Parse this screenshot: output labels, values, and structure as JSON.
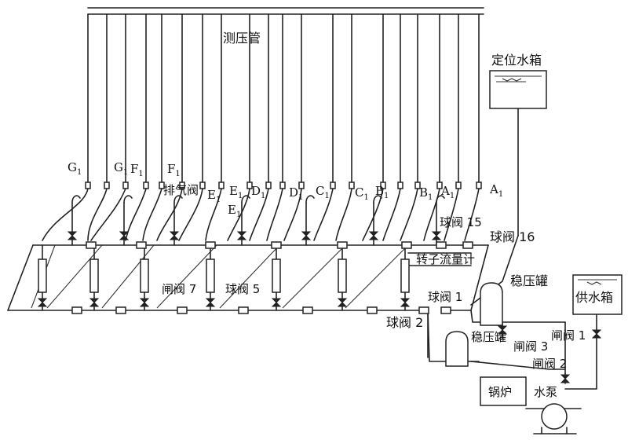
{
  "labels": {
    "piezometer_tubes": "测压管",
    "constant_head_tank": "定位水箱",
    "supply_tank": "供水箱",
    "surge_tank_upper": "稳压罐",
    "surge_tank_lower": "稳压罐",
    "boiler": "锅炉",
    "pump": "水泵",
    "air_vent_valve": "排气阀",
    "rotameter": "转子流量计",
    "gate_valve_7": "闸阀 7",
    "ball_valve_5": "球阀 5",
    "ball_valve_15": "球阀 15",
    "ball_valve_16": "球阀 16",
    "ball_valve_1": "球阀 1",
    "ball_valve_2": "球阀 2",
    "gate_valve_1": "闸阀 1",
    "gate_valve_2": "闸阀 2",
    "gate_valve_3": "闸阀 3"
  },
  "tap_letters": {
    "g1a": "G",
    "g1b": "G",
    "f1a": "F",
    "f1b": "F",
    "e1a": "E",
    "e1b": "E",
    "d1a": "D",
    "d1b": "D",
    "c1": "C",
    "c1b": "C",
    "b1a": "B",
    "b1b": "B",
    "a1a": "A",
    "a1b": "A"
  },
  "subscript": "1"
}
